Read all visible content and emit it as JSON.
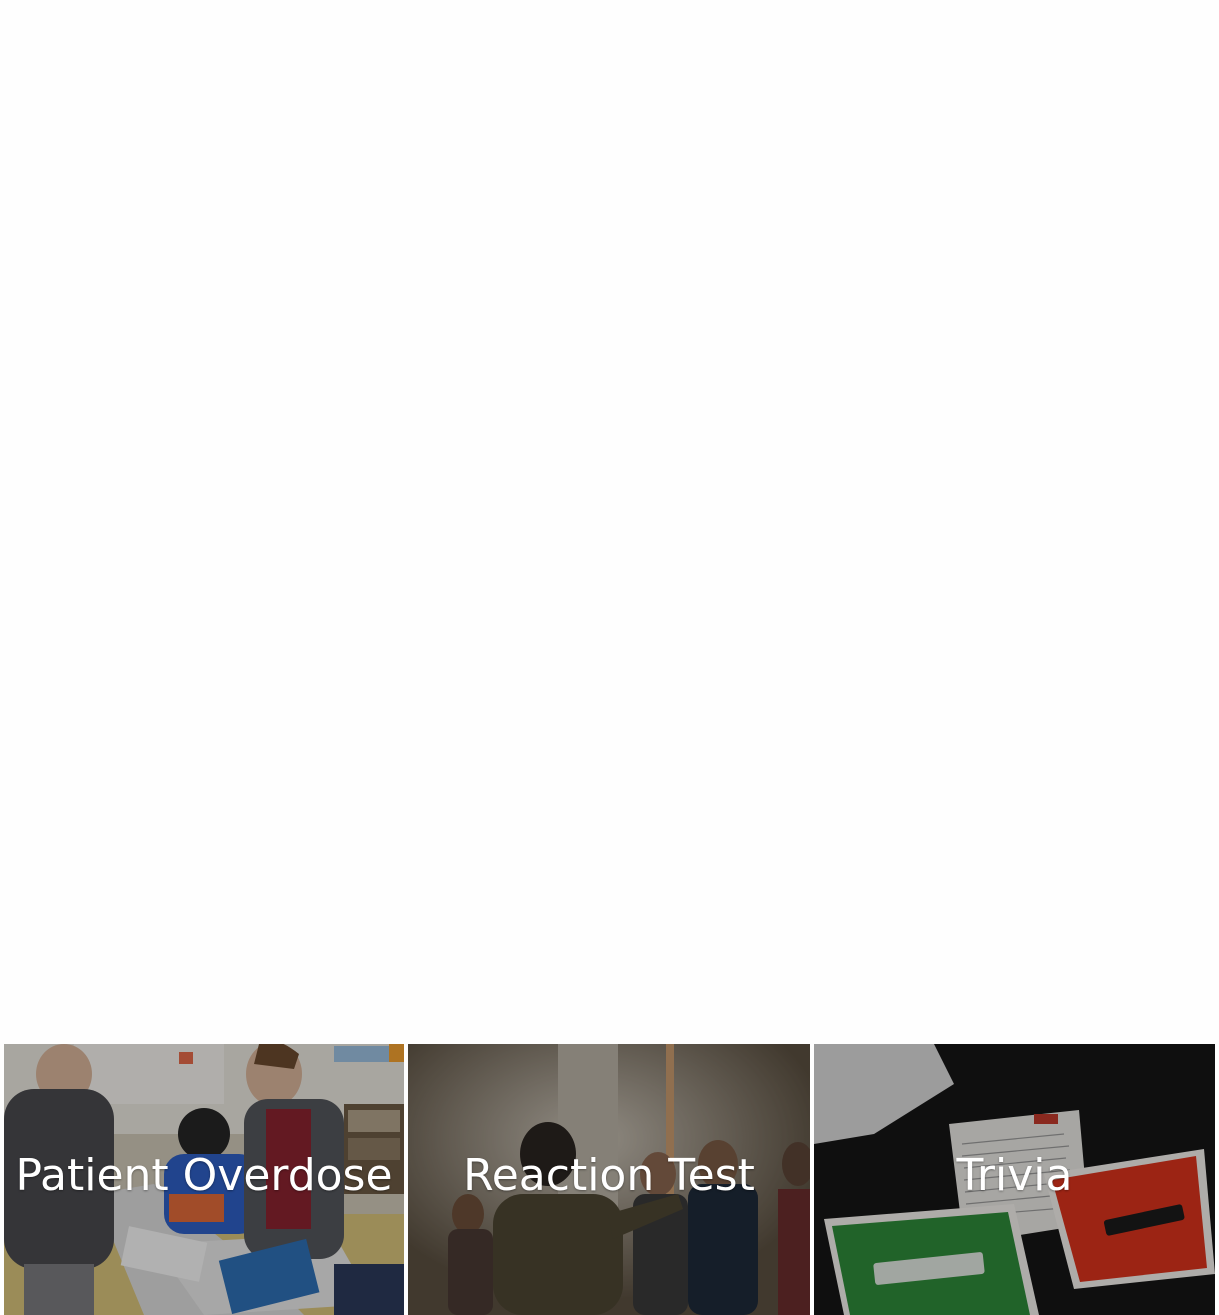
{
  "activities": [
    {
      "label": "Patient Overdose",
      "image": "students-at-classroom-table-photo"
    },
    {
      "label": "Reaction Test",
      "image": "group-reaction-test-photo"
    },
    {
      "label": "Trivia",
      "image": "true-false-cards-photo"
    }
  ]
}
